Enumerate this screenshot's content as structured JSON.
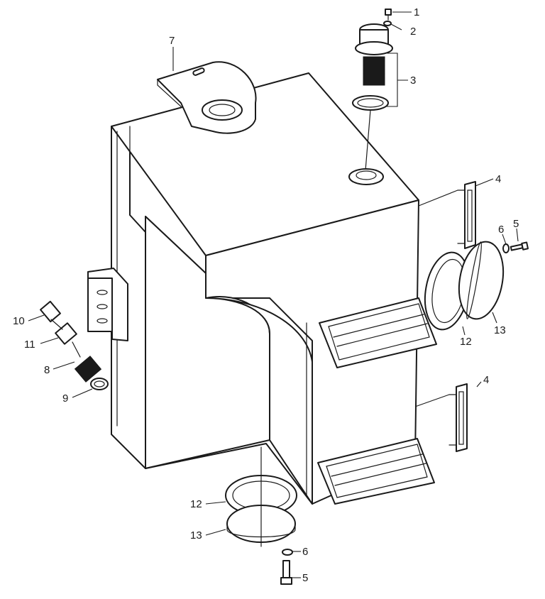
{
  "labels": {
    "l1": "1",
    "l2": "2",
    "l3": "3",
    "l4a": "4",
    "l4b": "4",
    "l5a": "5",
    "l5b": "5",
    "l6a": "6",
    "l6b": "6",
    "l7": "7",
    "l8": "8",
    "l9": "9",
    "l10": "10",
    "l11": "11",
    "l12a": "12",
    "l12b": "12",
    "l13a": "13",
    "l13b": "13"
  },
  "colors": {
    "ink": "#1a1a1a",
    "paper": "#ffffff"
  }
}
